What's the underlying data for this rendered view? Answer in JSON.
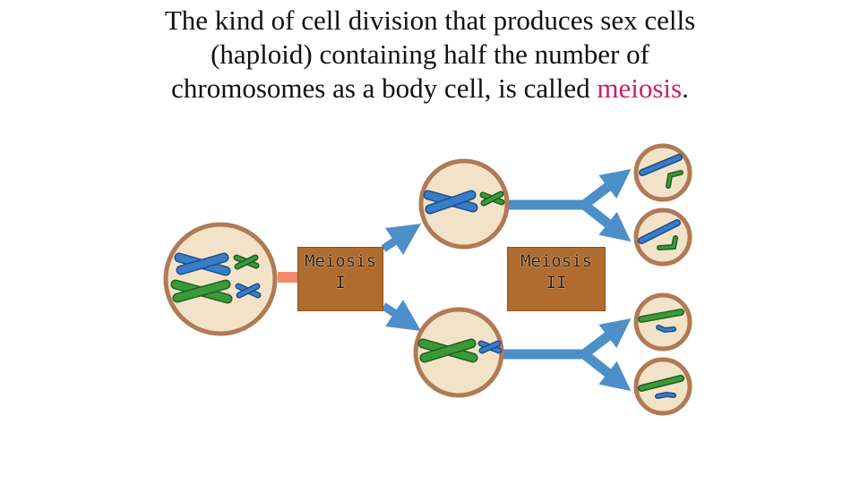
{
  "title": {
    "line1": "The kind of cell division that produces sex cells",
    "line2": "(haploid) containing half the number of",
    "line3_prefix": "chromosomes as a body cell, is called ",
    "highlight": "meiosis",
    "line3_suffix": "."
  },
  "stages": {
    "meiosis1_line1": "Meiosis",
    "meiosis1_line2": "I",
    "meiosis2_line1": "Meiosis",
    "meiosis2_line2": "II"
  },
  "colors": {
    "highlight": "#cc1f66",
    "cell_fill": "#f2e3c8",
    "cell_border": "#b07a55",
    "box_fill": "#b06c2e",
    "arrow_blue": "#4d8fc9",
    "arrow_orange": "#f08a6a",
    "chromosome_blue": "#3a7cc8",
    "chromosome_green": "#3a9a3a"
  }
}
